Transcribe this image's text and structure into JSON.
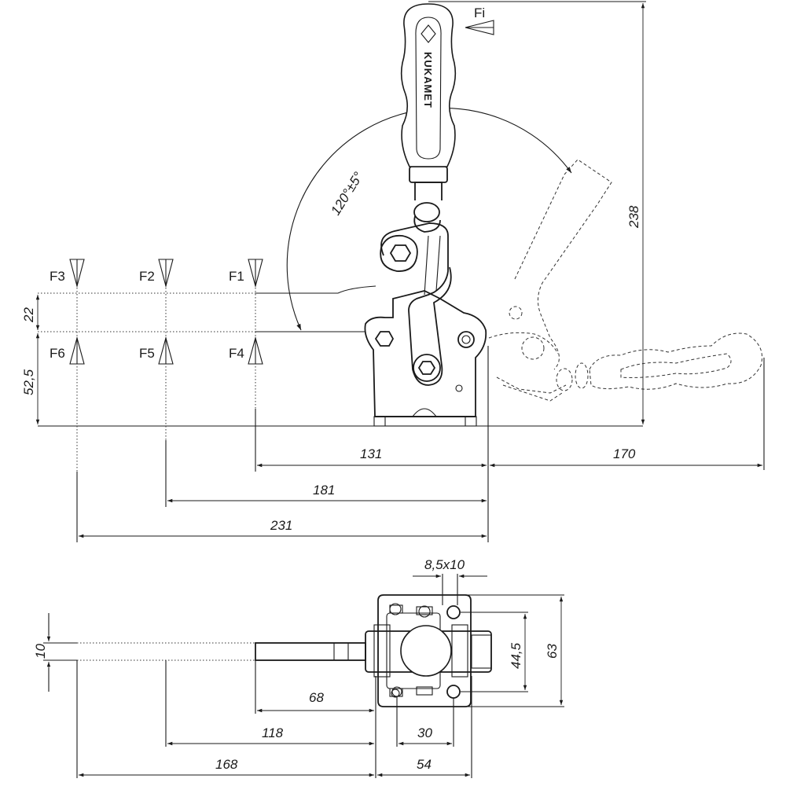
{
  "brand": "KUKAMET",
  "forces": {
    "fi": "Fi",
    "f1": "F1",
    "f2": "F2",
    "f3": "F3",
    "f4": "F4",
    "f5": "F5",
    "f6": "F6"
  },
  "angle_label": "120°±5°",
  "side_view_dims": {
    "total_height": "238",
    "upper_offset": "22",
    "lower_height": "52,5",
    "reach_f1": "131",
    "reach_f2": "181",
    "reach_f3": "231",
    "handle_reach": "170"
  },
  "top_view_dims": {
    "slot": "8,5x10",
    "hole_spacing_v": "44,5",
    "base_height": "63",
    "bar_width": "10",
    "arm_68": "68",
    "arm_118": "118",
    "arm_168": "168",
    "hole_spacing_h": "30",
    "base_width": "54"
  }
}
